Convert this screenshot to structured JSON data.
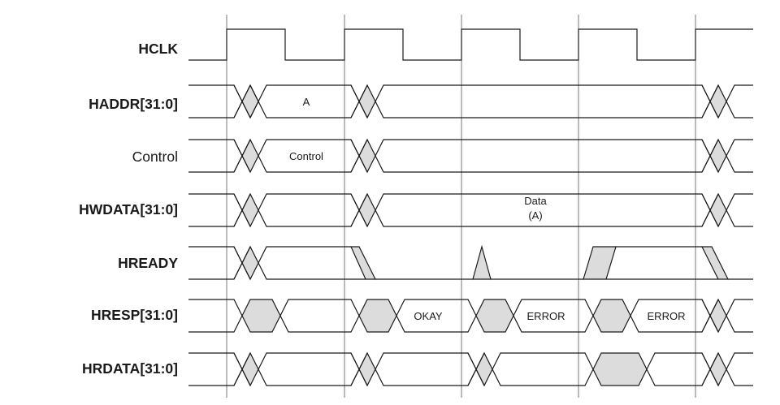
{
  "signals": [
    {
      "id": "hclk",
      "label": "HCLK",
      "bold": true
    },
    {
      "id": "haddr",
      "label": "HADDR[31:0]",
      "bold": true
    },
    {
      "id": "control",
      "label": "Control",
      "bold": false
    },
    {
      "id": "hwdata",
      "label": "HWDATA[31:0]",
      "bold": true
    },
    {
      "id": "hready",
      "label": "HREADY",
      "bold": true
    },
    {
      "id": "hresp",
      "label": "HRESP[31:0]",
      "bold": true
    },
    {
      "id": "hrdata",
      "label": "HRDATA[31:0]",
      "bold": true
    }
  ],
  "bus_labels": {
    "haddr_a": "A",
    "control": "Control",
    "hwdata_line1": "Data",
    "hwdata_line2": "(A)",
    "hresp_okay": "OKAY",
    "hresp_error_1": "ERROR",
    "hresp_error_2": "ERROR"
  },
  "colors": {
    "line": "#1a1a1a",
    "shade": "#dcdcdc",
    "grid": "#555555"
  }
}
